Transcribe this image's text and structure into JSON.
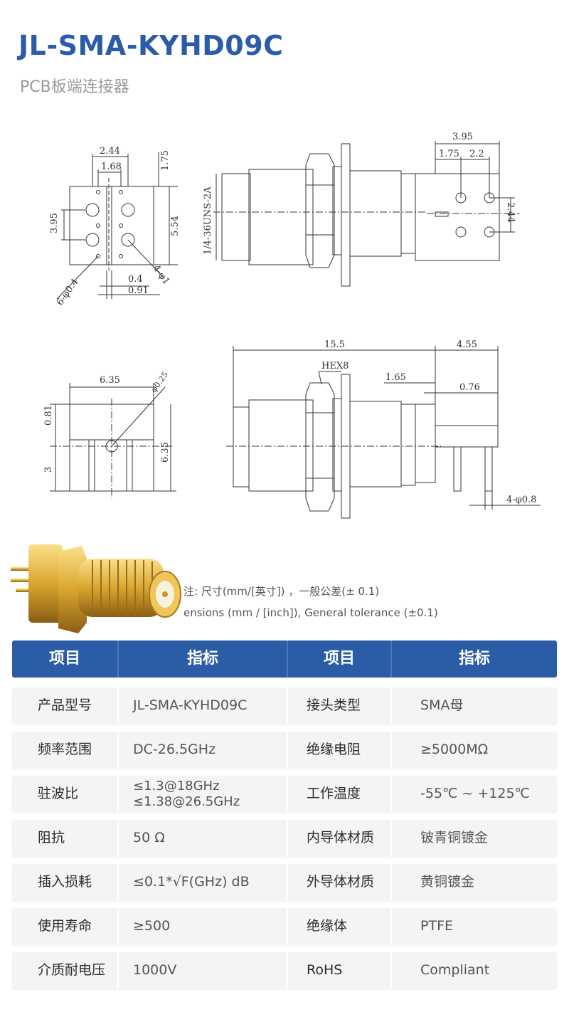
{
  "header": {
    "title": "JL-SMA-KYHD09C",
    "subtitle": "PCB板端连接器"
  },
  "drawing": {
    "top_left_dims": [
      "2.44",
      "1.68",
      "1.75",
      "3.95",
      "5.54",
      "0.4",
      "0.91",
      "6-φ0.4",
      "4-φ1"
    ],
    "top_mid_dims": [
      "1/4-36UNS-2A"
    ],
    "top_right_dims": [
      "3.95",
      "1.75",
      "2.2",
      "2.44"
    ],
    "bottom_left_dims": [
      "6.35",
      "φ0.25",
      "0.81",
      "3",
      "6.35"
    ],
    "bottom_right_dims": [
      "15.5",
      "4.55",
      "HEX8",
      "1.65",
      "0.76",
      "4-φ0.8"
    ]
  },
  "notes": {
    "cn": "注: 尺寸(mm/[英寸]) ，一般公差(± 0.1)",
    "en": "ensions (mm / [inch]), General tolerance (±0.1)"
  },
  "table": {
    "headers": [
      "项目",
      "指标",
      "项目",
      "指标"
    ],
    "rows": [
      {
        "k1": "产品型号",
        "v1": [
          "JL-SMA-KYHD09C"
        ],
        "k2": "接头类型",
        "v2": "SMA母"
      },
      {
        "k1": "频率范围",
        "v1": [
          "DC-26.5GHz"
        ],
        "k2": "绝缘电阻",
        "v2": "≥5000MΩ"
      },
      {
        "k1": "驻波比",
        "v1": [
          "≤1.3@18GHz",
          "≤1.38@26.5GHz"
        ],
        "k2": "工作温度",
        "v2": "-55℃ ~ +125℃"
      },
      {
        "k1": "阻抗",
        "v1": [
          "50 Ω"
        ],
        "k2": "内导体材质",
        "v2": "铍青铜镀金"
      },
      {
        "k1": "插入损耗",
        "v1": [
          "≤0.1*√F(GHz) dB"
        ],
        "k2": "外导体材质",
        "v2": "黄铜镀金"
      },
      {
        "k1": "使用寿命",
        "v1": [
          "≥500"
        ],
        "k2": "绝缘体",
        "v2": "PTFE"
      },
      {
        "k1": "介质耐电压",
        "v1": [
          "1000V"
        ],
        "k2": "RoHS",
        "v2": "Compliant"
      }
    ]
  },
  "colors": {
    "title": "#2a5ca8",
    "table_header": "#2b5da6",
    "row_bg": "#f4f4f4",
    "gold": "#d9a62e"
  }
}
